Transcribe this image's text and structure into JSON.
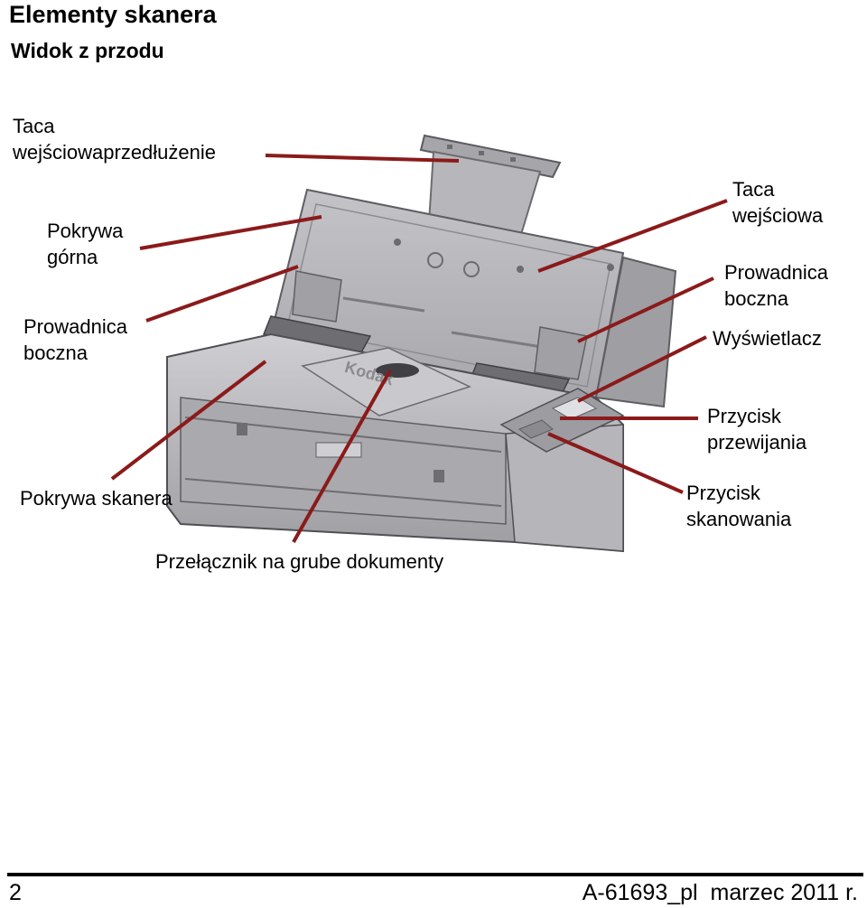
{
  "header": {
    "title": "Elementy skanera",
    "subtitle": "Widok z przodu"
  },
  "labels": {
    "input_tray_extension": [
      "Taca",
      "wejściowaprzedłużenie"
    ],
    "top_cover": [
      "Pokrywa",
      "górna"
    ],
    "side_guide_left": [
      "Prowadnica",
      "boczna"
    ],
    "scanner_cover": "Pokrywa skanera",
    "thick_document_switch": "Przełącznik na grube dokumenty",
    "input_tray": [
      "Taca",
      "wejściowa"
    ],
    "side_guide_right": [
      "Prowadnica",
      "boczna"
    ],
    "display": "Wyświetlacz",
    "scroll_button": [
      "Przycisk",
      "przewijania"
    ],
    "scan_button": [
      "Przycisk",
      "skanowania"
    ]
  },
  "scanner": {
    "brand": "Kodak"
  },
  "footer": {
    "page_number": "2",
    "doc_id": "A-61693_pl  marzec 2011 r."
  },
  "colors": {
    "leader_line": "#8b1a1a",
    "scanner_body": "#b9b9bd",
    "scanner_dark": "#6e6e72"
  }
}
